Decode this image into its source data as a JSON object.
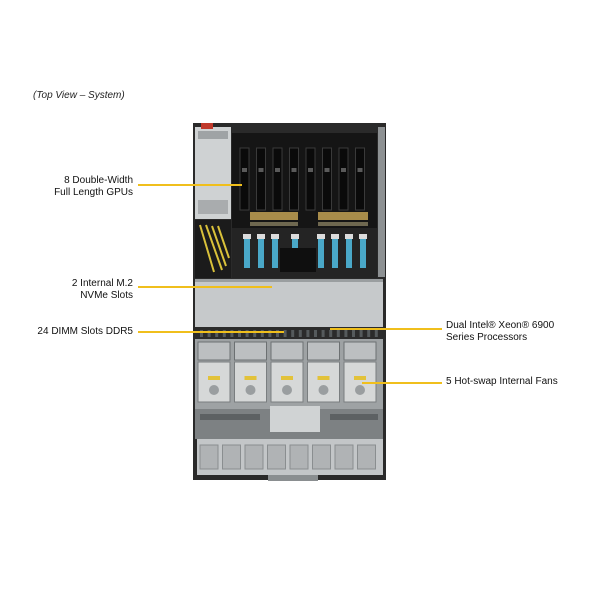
{
  "caption": "(Top View – System)",
  "callouts": {
    "gpus": {
      "lines": [
        "8 Double-Width",
        "Full Length GPUs"
      ]
    },
    "m2": {
      "lines": [
        "2 Internal M.2",
        "NVMe Slots"
      ]
    },
    "dimm": {
      "lines": [
        "24 DIMM Slots DDR5"
      ]
    },
    "cpu": {
      "lines": [
        "Dual Intel® Xeon® 6900",
        "Series Processors"
      ]
    },
    "fans": {
      "lines": [
        "5 Hot-swap Internal Fans"
      ]
    }
  },
  "colors": {
    "leader": "#f0bf1c",
    "chassis_dark": "#1c1c1c",
    "chassis_metal": "#bfc2c4",
    "heatsink": "#d6d8d8",
    "accent_cable": "#4aa8c8",
    "accent_yellow": "#e2c23a"
  },
  "counts": {
    "fans": 5,
    "gpus": 8
  }
}
